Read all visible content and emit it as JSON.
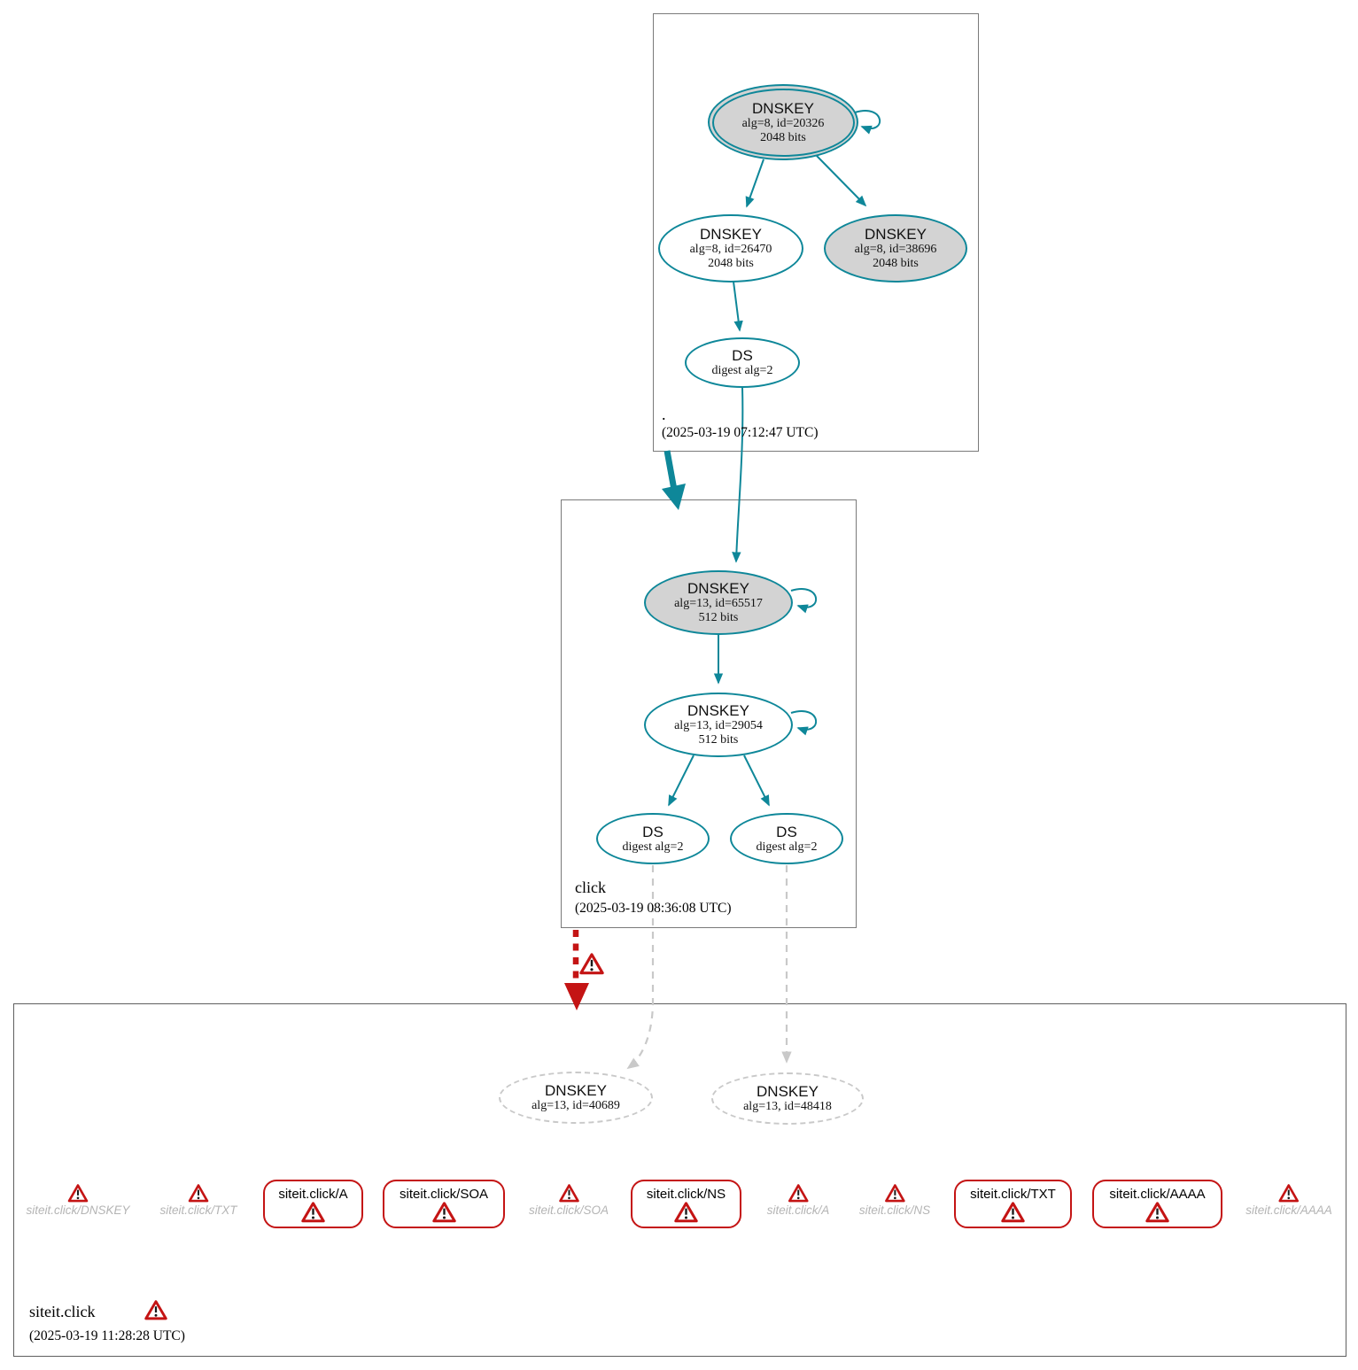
{
  "colors": {
    "edge_teal": "#0e8799",
    "edge_gray": "#c9c9c9",
    "error_red": "#c41414",
    "secure_fill": "#d3d3d3"
  },
  "zones": {
    "root": {
      "label": ".",
      "timestamp": "(2025-03-19 07:12:47 UTC)",
      "nodes": {
        "ksk": {
          "title": "DNSKEY",
          "line1": "alg=8, id=20326",
          "line2": "2048 bits"
        },
        "zsk": {
          "title": "DNSKEY",
          "line1": "alg=8, id=26470",
          "line2": "2048 bits"
        },
        "key3": {
          "title": "DNSKEY",
          "line1": "alg=8, id=38696",
          "line2": "2048 bits"
        },
        "ds": {
          "title": "DS",
          "line1": "digest alg=2"
        }
      }
    },
    "click": {
      "label": "click",
      "timestamp": "(2025-03-19 08:36:08 UTC)",
      "nodes": {
        "ksk": {
          "title": "DNSKEY",
          "line1": "alg=13, id=65517",
          "line2": "512 bits"
        },
        "zsk": {
          "title": "DNSKEY",
          "line1": "alg=13, id=29054",
          "line2": "512 bits"
        },
        "ds1": {
          "title": "DS",
          "line1": "digest alg=2"
        },
        "ds2": {
          "title": "DS",
          "line1": "digest alg=2"
        }
      }
    },
    "siteit": {
      "label": "siteit.click",
      "timestamp": "(2025-03-19 11:28:28 UTC)",
      "nodes": {
        "key1": {
          "title": "DNSKEY",
          "line1": "alg=13, id=40689"
        },
        "key2": {
          "title": "DNSKEY",
          "line1": "alg=13, id=48418"
        }
      },
      "rrsets": [
        {
          "label": "siteit.click/DNSKEY",
          "style": "warning-plain"
        },
        {
          "label": "siteit.click/TXT",
          "style": "warning-plain"
        },
        {
          "label": "siteit.click/A",
          "style": "error-box"
        },
        {
          "label": "siteit.click/SOA",
          "style": "error-box"
        },
        {
          "label": "siteit.click/SOA",
          "style": "warning-plain"
        },
        {
          "label": "siteit.click/NS",
          "style": "error-box"
        },
        {
          "label": "siteit.click/A",
          "style": "warning-plain"
        },
        {
          "label": "siteit.click/NS",
          "style": "warning-plain"
        },
        {
          "label": "siteit.click/TXT",
          "style": "error-box"
        },
        {
          "label": "siteit.click/AAAA",
          "style": "error-box"
        },
        {
          "label": "siteit.click/AAAA",
          "style": "warning-plain"
        }
      ]
    }
  }
}
